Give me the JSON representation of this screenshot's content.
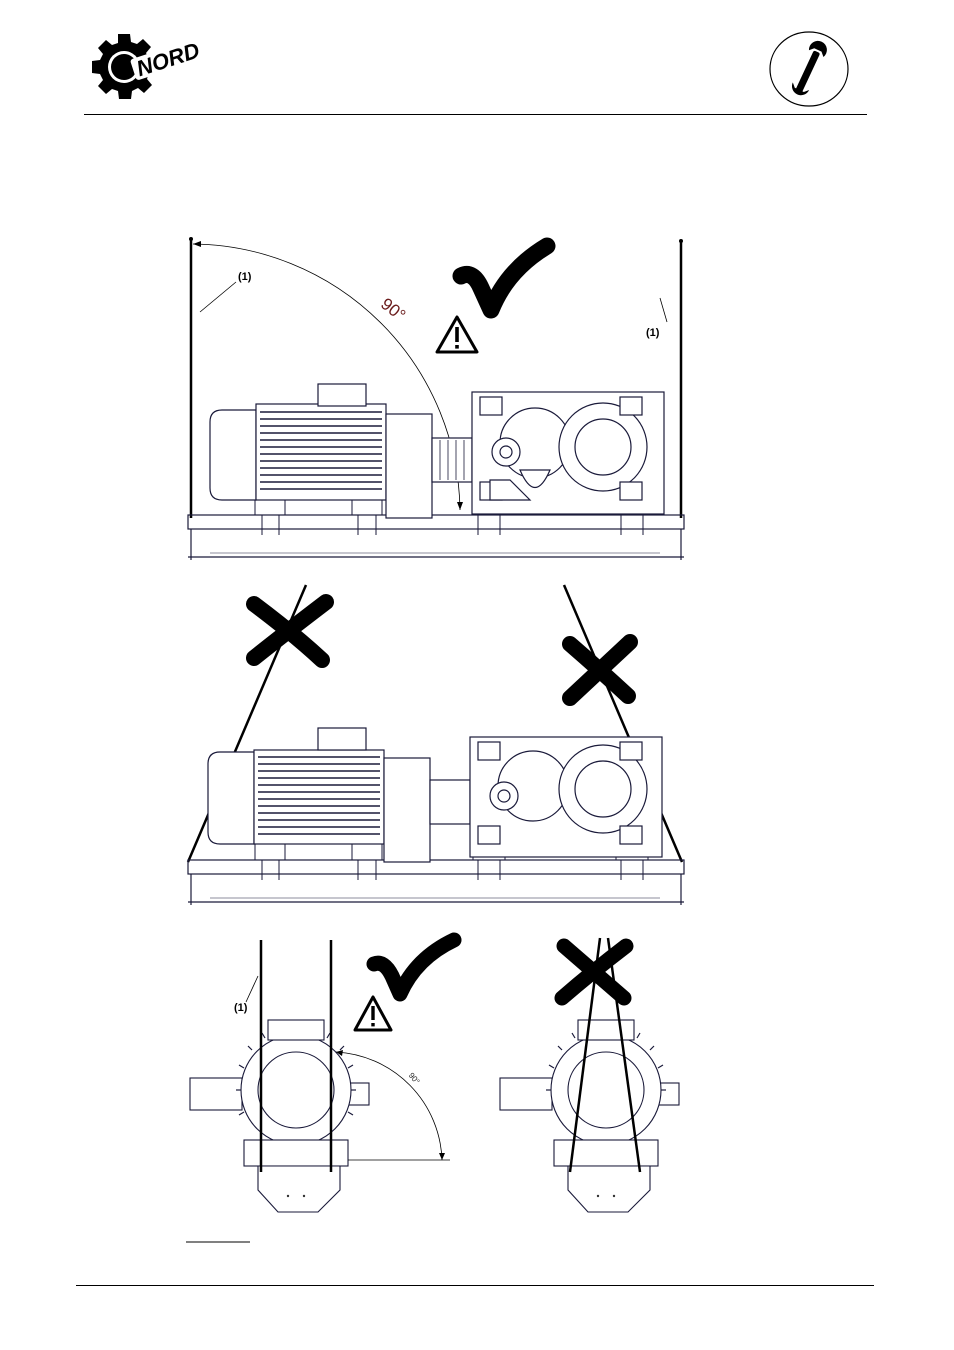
{
  "header": {
    "brand_text": "NORD",
    "logo_icon": "nord-gear-logo",
    "section_icon": "wrench-icon"
  },
  "figure1": {
    "callout_left": "(1)",
    "callout_right": "(1)",
    "angle_label": "90°",
    "status_icon": "check-mark-icon",
    "warning_icon": "warning-triangle-icon"
  },
  "figure2": {
    "status_icon_left": "cross-mark-icon",
    "status_icon_right": "cross-mark-icon"
  },
  "figure3": {
    "callout": "(1)",
    "angle_label": "90°",
    "status_icon_ok": "check-mark-icon",
    "status_icon_bad": "cross-mark-icon",
    "warning_icon": "warning-triangle-icon"
  },
  "colors": {
    "line": "#000000",
    "drawing": "#1a1a3a",
    "angle_label": "#6a1b1b"
  }
}
